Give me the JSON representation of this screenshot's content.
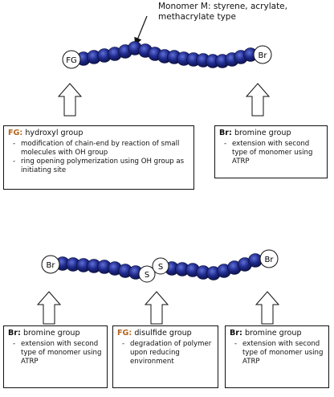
{
  "monomer_label": {
    "line1": "Monomer M: styrene, acrylate,",
    "line2": "methacrylate type"
  },
  "top_chain": {
    "left_end": "FG",
    "right_end": "Br"
  },
  "bottom_chain": {
    "left_end": "Br",
    "mid_left": "S",
    "mid_right": "S",
    "right_end": "Br"
  },
  "box_top_left": {
    "tag": "FG:",
    "title": " hydroxyl group",
    "items": [
      "modification of chain-end by reaction of small molecules with OH group",
      "ring opening polymerization using OH group as initiating site"
    ]
  },
  "box_top_right": {
    "tag": "Br:",
    "title": " bromine group",
    "items": [
      "extension with second type of monomer using ATRP"
    ]
  },
  "box_bottom_left": {
    "tag": "Br:",
    "title": " bromine group",
    "items": [
      "extension with second type of monomer using ATRP"
    ]
  },
  "box_bottom_mid": {
    "tag": "FG:",
    "title": " disulfide group",
    "items": [
      "degradation of polymer upon reducing environment"
    ]
  },
  "box_bottom_right": {
    "tag": "Br:",
    "title": " bromine group",
    "items": [
      "extension with second type of monomer using ATRP"
    ]
  },
  "colors": {
    "bead": "#1f2a8c",
    "bead_highlight": "#5060c8",
    "fg_tag": "#b5651d"
  }
}
